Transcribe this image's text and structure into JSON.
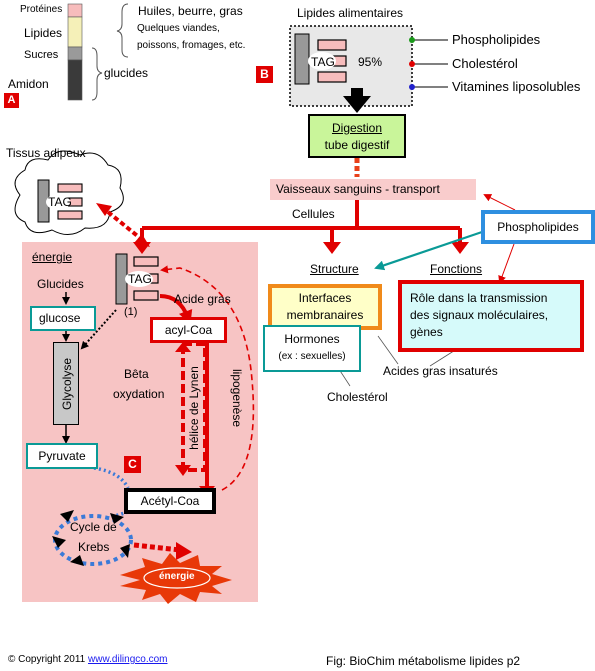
{
  "section_a": {
    "badge": "A",
    "proteines": "Protéines",
    "lipides": "Lipides",
    "sucres": "Sucres",
    "amidon": "Amidon",
    "glucides": "glucides",
    "huiles": "Huiles, beurre, gras",
    "quelques1": "Quelques viandes,",
    "quelques2": "poissons, fromages, etc."
  },
  "section_b": {
    "badge": "B",
    "title": "Lipides alimentaires",
    "tag": "TAG",
    "percent": "95%",
    "phospholipides": "Phospholipides",
    "cholesterol": "Cholestérol",
    "vitamines": "Vitamines liposolubles"
  },
  "digestion": {
    "line1": "Digestion",
    "line2": "tube digestif"
  },
  "vaisseaux": "Vaisseaux sanguins - transport",
  "cellules": "Cellules",
  "tissus_adipeux": "Tissus adipeux",
  "tag_adipeux": "TAG",
  "phospholipides_box": "Phospholipides",
  "structure": "Structure",
  "fonctions": "Fonctions",
  "interfaces": {
    "line1": "Interfaces",
    "line2": "membranaires"
  },
  "hormones": {
    "line1": "Hormones",
    "line2": "(ex : sexuelles)"
  },
  "role": {
    "line1": "Rôle dans la transmission",
    "line2": "des signaux moléculaires,",
    "line3": "gènes"
  },
  "acides_gras_insatures": "Acides gras insaturés",
  "cholesterol2": "Cholestérol",
  "section_c": {
    "badge": "C",
    "energie_label": "énergie",
    "glucides": "Glucides",
    "glucose": "glucose",
    "tag": "TAG",
    "one": "(1)",
    "acide_gras": "Acide gras",
    "acyl_coa": "acyl-Coa",
    "glycolyse": "Glycolyse",
    "beta": "Bêta",
    "oxydation": "oxydation",
    "helice": "hélice de Lynen",
    "lipogenese": "lipogenèse",
    "pyruvate": "Pyruvate",
    "acetyl_coa": "Acétyl-Coa",
    "cycle1": "Cycle de",
    "cycle2": "Krebs",
    "energie_burst": "énergie"
  },
  "footer": {
    "copyright": "© Copyright 2011 ",
    "link": "www.dilingco.com",
    "fig": "Fig: BioChim métabolisme lipides p2"
  }
}
